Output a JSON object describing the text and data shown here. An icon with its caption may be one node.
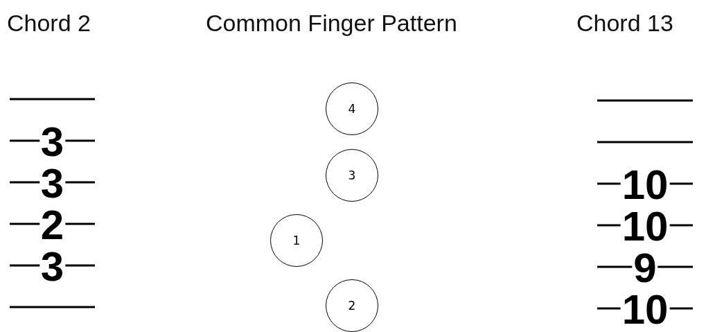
{
  "diagram": {
    "nodes": [
      {
        "text": [
          "4"
        ]
      },
      {
        "text": [
          "3"
        ]
      },
      {
        "text": [
          "1"
        ]
      },
      {
        "text": [
          "2"
        ]
      }
    ],
    "edges": [],
    "labels": [
      "Chord 2",
      "Common Finger Pattern",
      "Chord 13",
      "3",
      "3",
      "2",
      "3",
      "10",
      "10",
      "9",
      "10"
    ]
  }
}
